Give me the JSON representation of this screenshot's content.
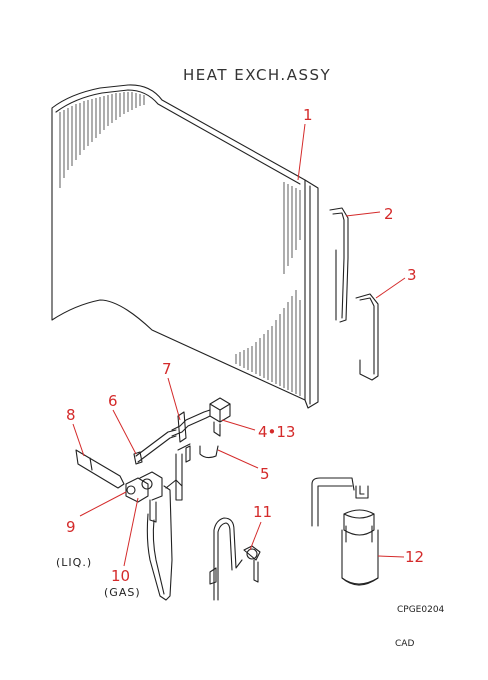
{
  "title": "HEAT EXCH.ASSY",
  "callouts": {
    "c1": "1",
    "c2": "2",
    "c3": "3",
    "c413": "4•13",
    "c5": "5",
    "c6": "6",
    "c7": "7",
    "c8": "8",
    "c9": "9",
    "c10": "10",
    "c11": "11",
    "c12": "12"
  },
  "captions": {
    "liq": "(LIQ.)",
    "gas": "(GAS)"
  },
  "codes": {
    "drawing_code": "CPGE0204",
    "cad": "CAD"
  },
  "accent_color": "#d42a2a"
}
